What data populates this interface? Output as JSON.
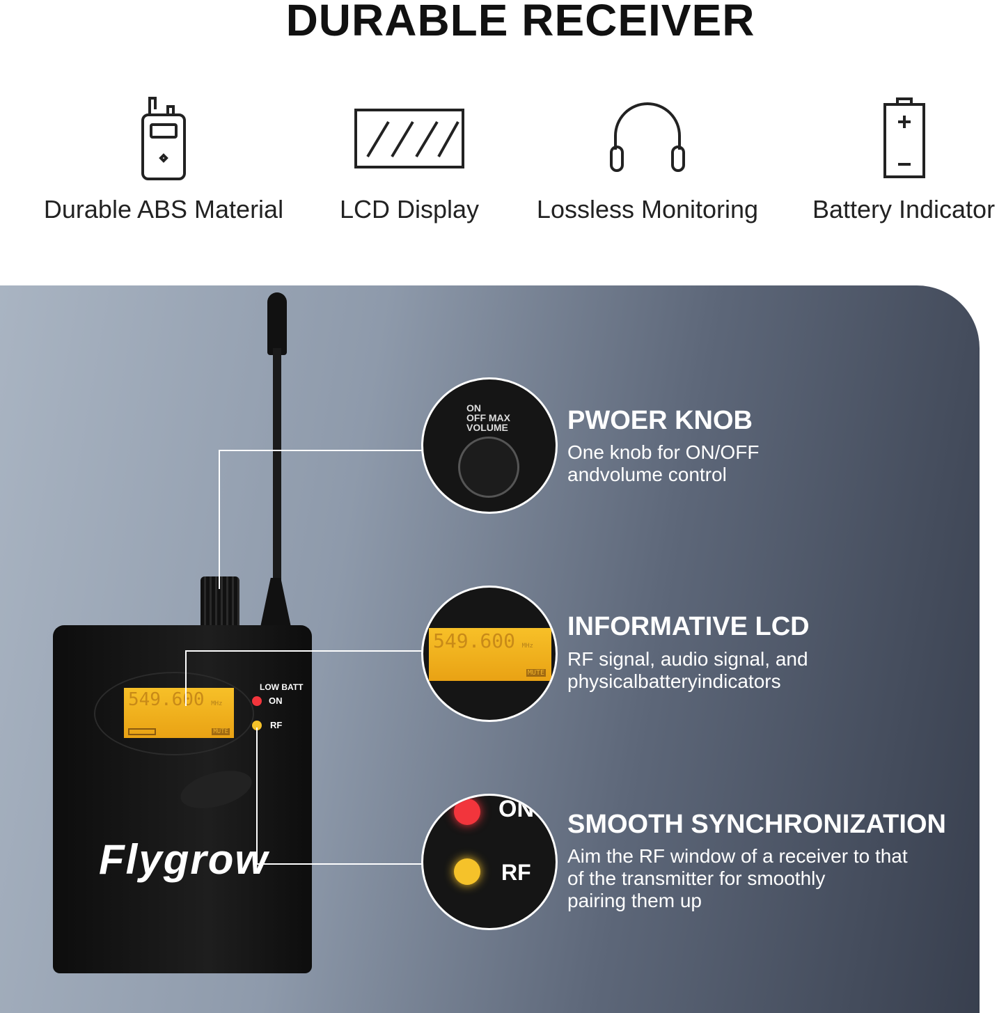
{
  "title": "DURABLE RECEIVER",
  "features": [
    {
      "icon": "walkie-receiver-icon",
      "label": "Durable ABS Material"
    },
    {
      "icon": "lcd-display-icon",
      "label": "LCD Display"
    },
    {
      "icon": "headphones-icon",
      "label": "Lossless Monitoring"
    },
    {
      "icon": "battery-icon",
      "label": "Battery Indicator"
    }
  ],
  "highlights": [
    {
      "title": "PWOER KNOB",
      "lines": [
        "One knob for ON/OFF",
        "andvolume control"
      ],
      "inset": {
        "l1": "ON",
        "l2": "OFF MAX",
        "l3": "VOLUME"
      }
    },
    {
      "title": "INFORMATIVE LCD",
      "lines": [
        "RF signal, audio signal, and",
        "physicalbatteryindicators"
      ],
      "inset": {
        "freq": "549.600",
        "unit": "MHz",
        "mute": "MUTE"
      }
    },
    {
      "title": "SMOOTH SYNCHRONIZATION",
      "lines": [
        "Aim the RF window of a receiver to that",
        "of the transmitter for smoothly",
        "pairing them up"
      ],
      "inset": {
        "on": "ON",
        "rf": "RF"
      }
    }
  ],
  "device": {
    "brand": "Flygrow",
    "freq": "549.600",
    "unit": "MHz",
    "mute": "MUTE",
    "low_batt": "LOW BATT",
    "on": "ON",
    "rf": "RF",
    "led_on_color": "#f2353c",
    "led_rf_color": "#f5c22a"
  }
}
